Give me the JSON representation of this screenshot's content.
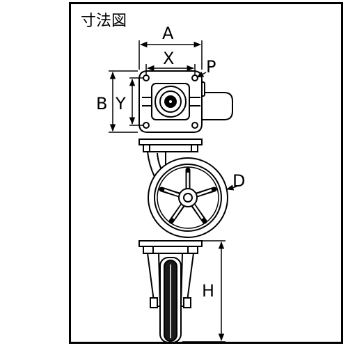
{
  "title": "寸法図",
  "dimensions": {
    "A": "A",
    "X": "X",
    "P": "P",
    "B": "B",
    "Y": "Y",
    "D": "D",
    "H": "H"
  },
  "colors": {
    "line": "#000000",
    "fill": "#ffffff",
    "tire": "#1a1a1a"
  }
}
